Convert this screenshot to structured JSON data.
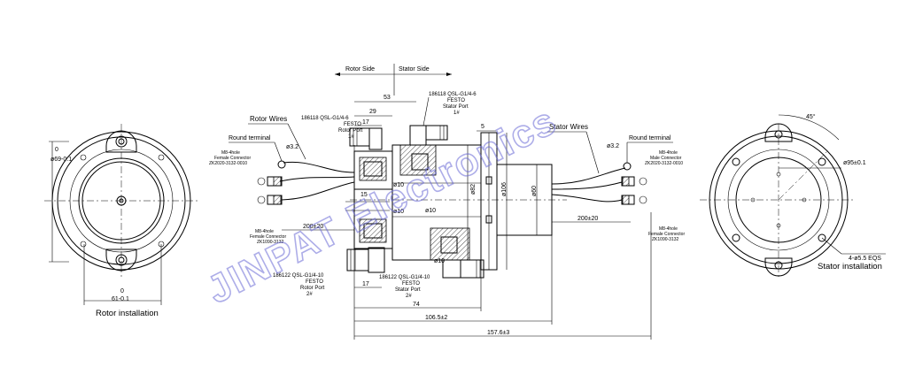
{
  "watermark": "JINPAT Electronics",
  "header": {
    "rotor_side": "Rotor Side",
    "stator_side": "Stator Side"
  },
  "left_view": {
    "dia_top": "0",
    "dia_label": "ø69-0.1",
    "dim_bottom_top": "0",
    "dim_bottom": "61-0.1",
    "caption": "Rotor installation"
  },
  "right_view": {
    "angle": "45°",
    "dia": "ø95±0.1",
    "holes": "4-ø5.5 EQS",
    "caption": "Stator installation"
  },
  "labels": {
    "rotor_wires": "Rotor Wires",
    "round_terminal_left": "Round terminal",
    "phi32_left": "ø3.2",
    "m8_female_1": "M8-4hole",
    "m8_female_2": "Female Connector",
    "zk_2020_l": "ZK2020-3132-0010",
    "m8_female_b1": "M8-4hole",
    "m8_female_b2": "Female Connector",
    "zk_1090_l": "ZK1090-3132",
    "len_left": "200±20",
    "rotor_port1_a": "186118 QSL-G1/4-6",
    "rotor_port1_b": "FESTO",
    "rotor_port1_c": "Rotor Port",
    "rotor_port1_d": "1#",
    "rotor_port2_a": "186122 QSL-G1/4-10",
    "rotor_port2_b": "FESTO",
    "rotor_port2_c": "Rotor Port",
    "rotor_port2_d": "2#",
    "stator_port1_a": "186118 QSL-G1/4-6",
    "stator_port1_b": "FESTO",
    "stator_port1_c": "Stator Port",
    "stator_port1_d": "1#",
    "stator_port2_a": "186122 QSL-G1/4-10",
    "stator_port2_b": "FESTO",
    "stator_port2_c": "Stator Port",
    "stator_port2_d": "2#",
    "stator_wires": "Stator Wires",
    "round_terminal_right": "Round terminal",
    "phi32_right": "ø3.2",
    "m8_male_1": "M8-4hole",
    "m8_male_2": "Male Connector",
    "zk_2020_r": "ZK2020-3132-0010",
    "m8_female_r1": "M8-4hole",
    "m8_female_r2": "Female Connector",
    "zk_1090_r": "ZK1090-3132",
    "len_right": "200±20"
  },
  "dims": {
    "d53": "53",
    "d29": "29",
    "d17_top": "17",
    "d5": "5",
    "d17_bot": "17",
    "d74": "74",
    "d106": "106.5±2",
    "d157": "157.6±3",
    "d15": "15",
    "phi10_a": "ø10",
    "phi10_b": "ø10",
    "phi10_c": "ø10",
    "phi10_d": "ø10",
    "phi82": "ø82",
    "phi106": "ø106",
    "phi60": "ø60"
  }
}
